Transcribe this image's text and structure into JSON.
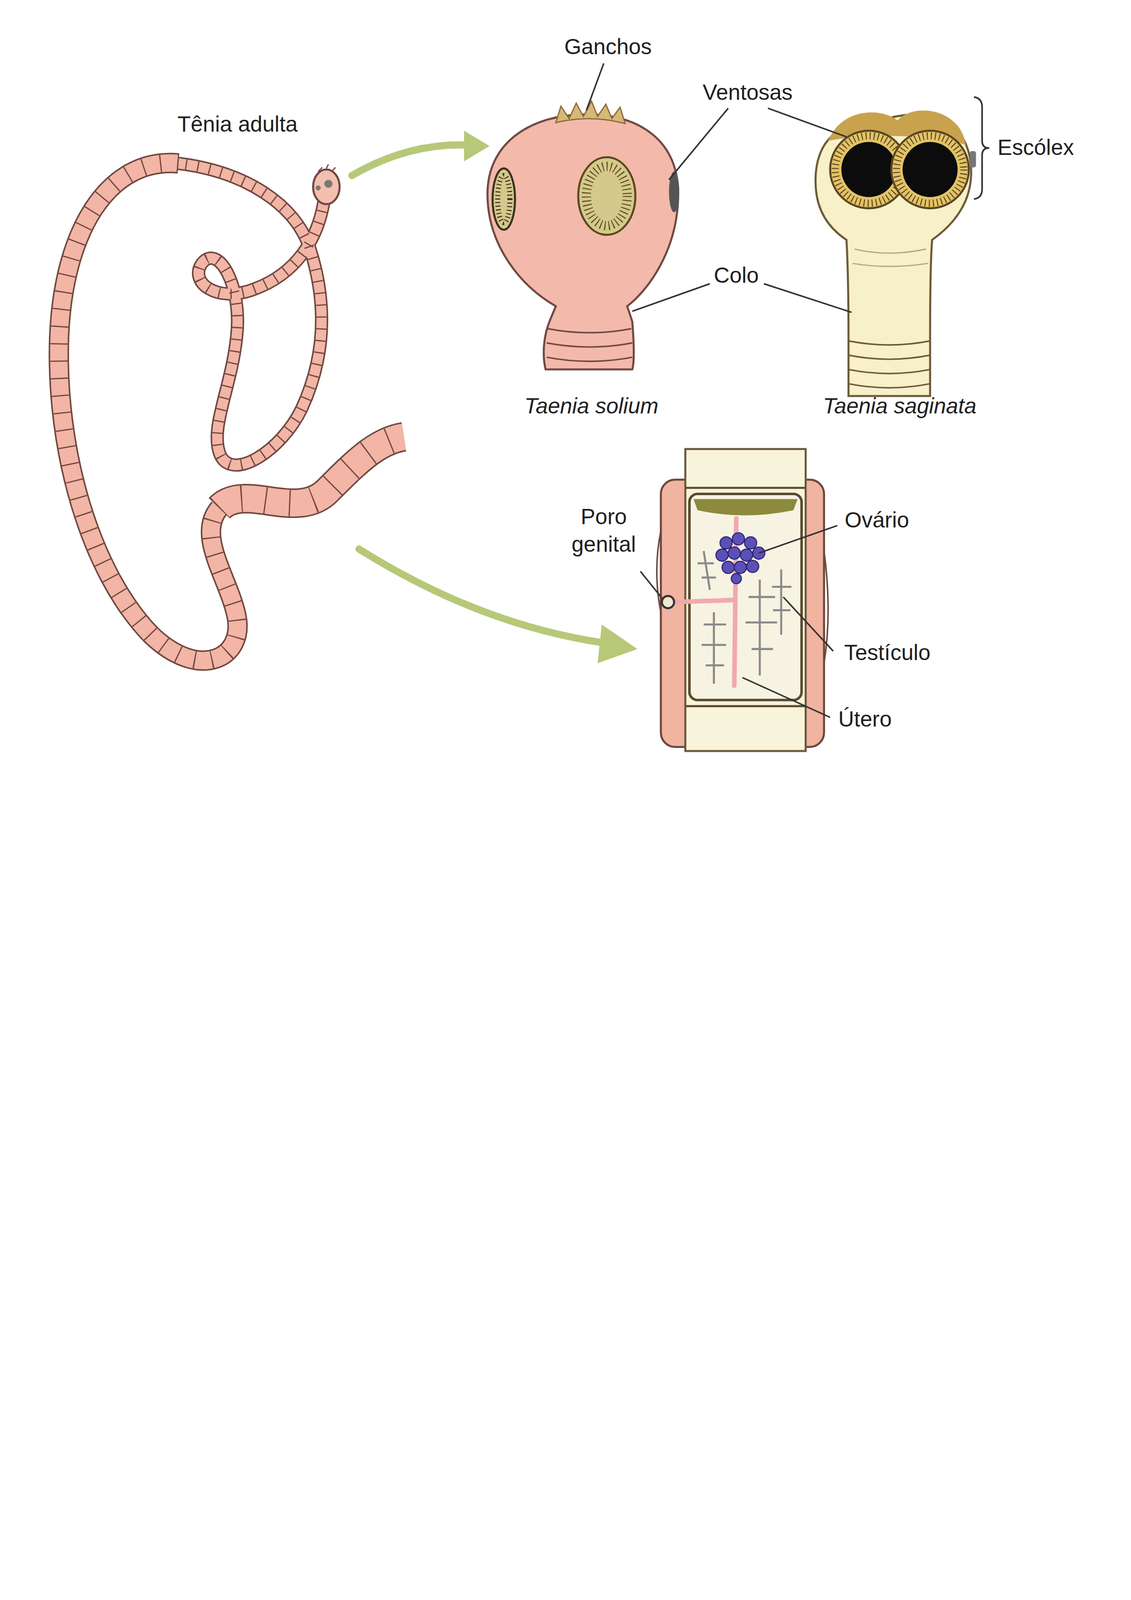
{
  "diagram": {
    "labels": [
      "Tênia adulta",
      "Ganchos",
      "Ventosas",
      "Escólex",
      "Colo",
      "Taenia solium",
      "Taenia saginata",
      "Poro genital",
      "Ovário",
      "Testículo",
      "Útero"
    ]
  }
}
